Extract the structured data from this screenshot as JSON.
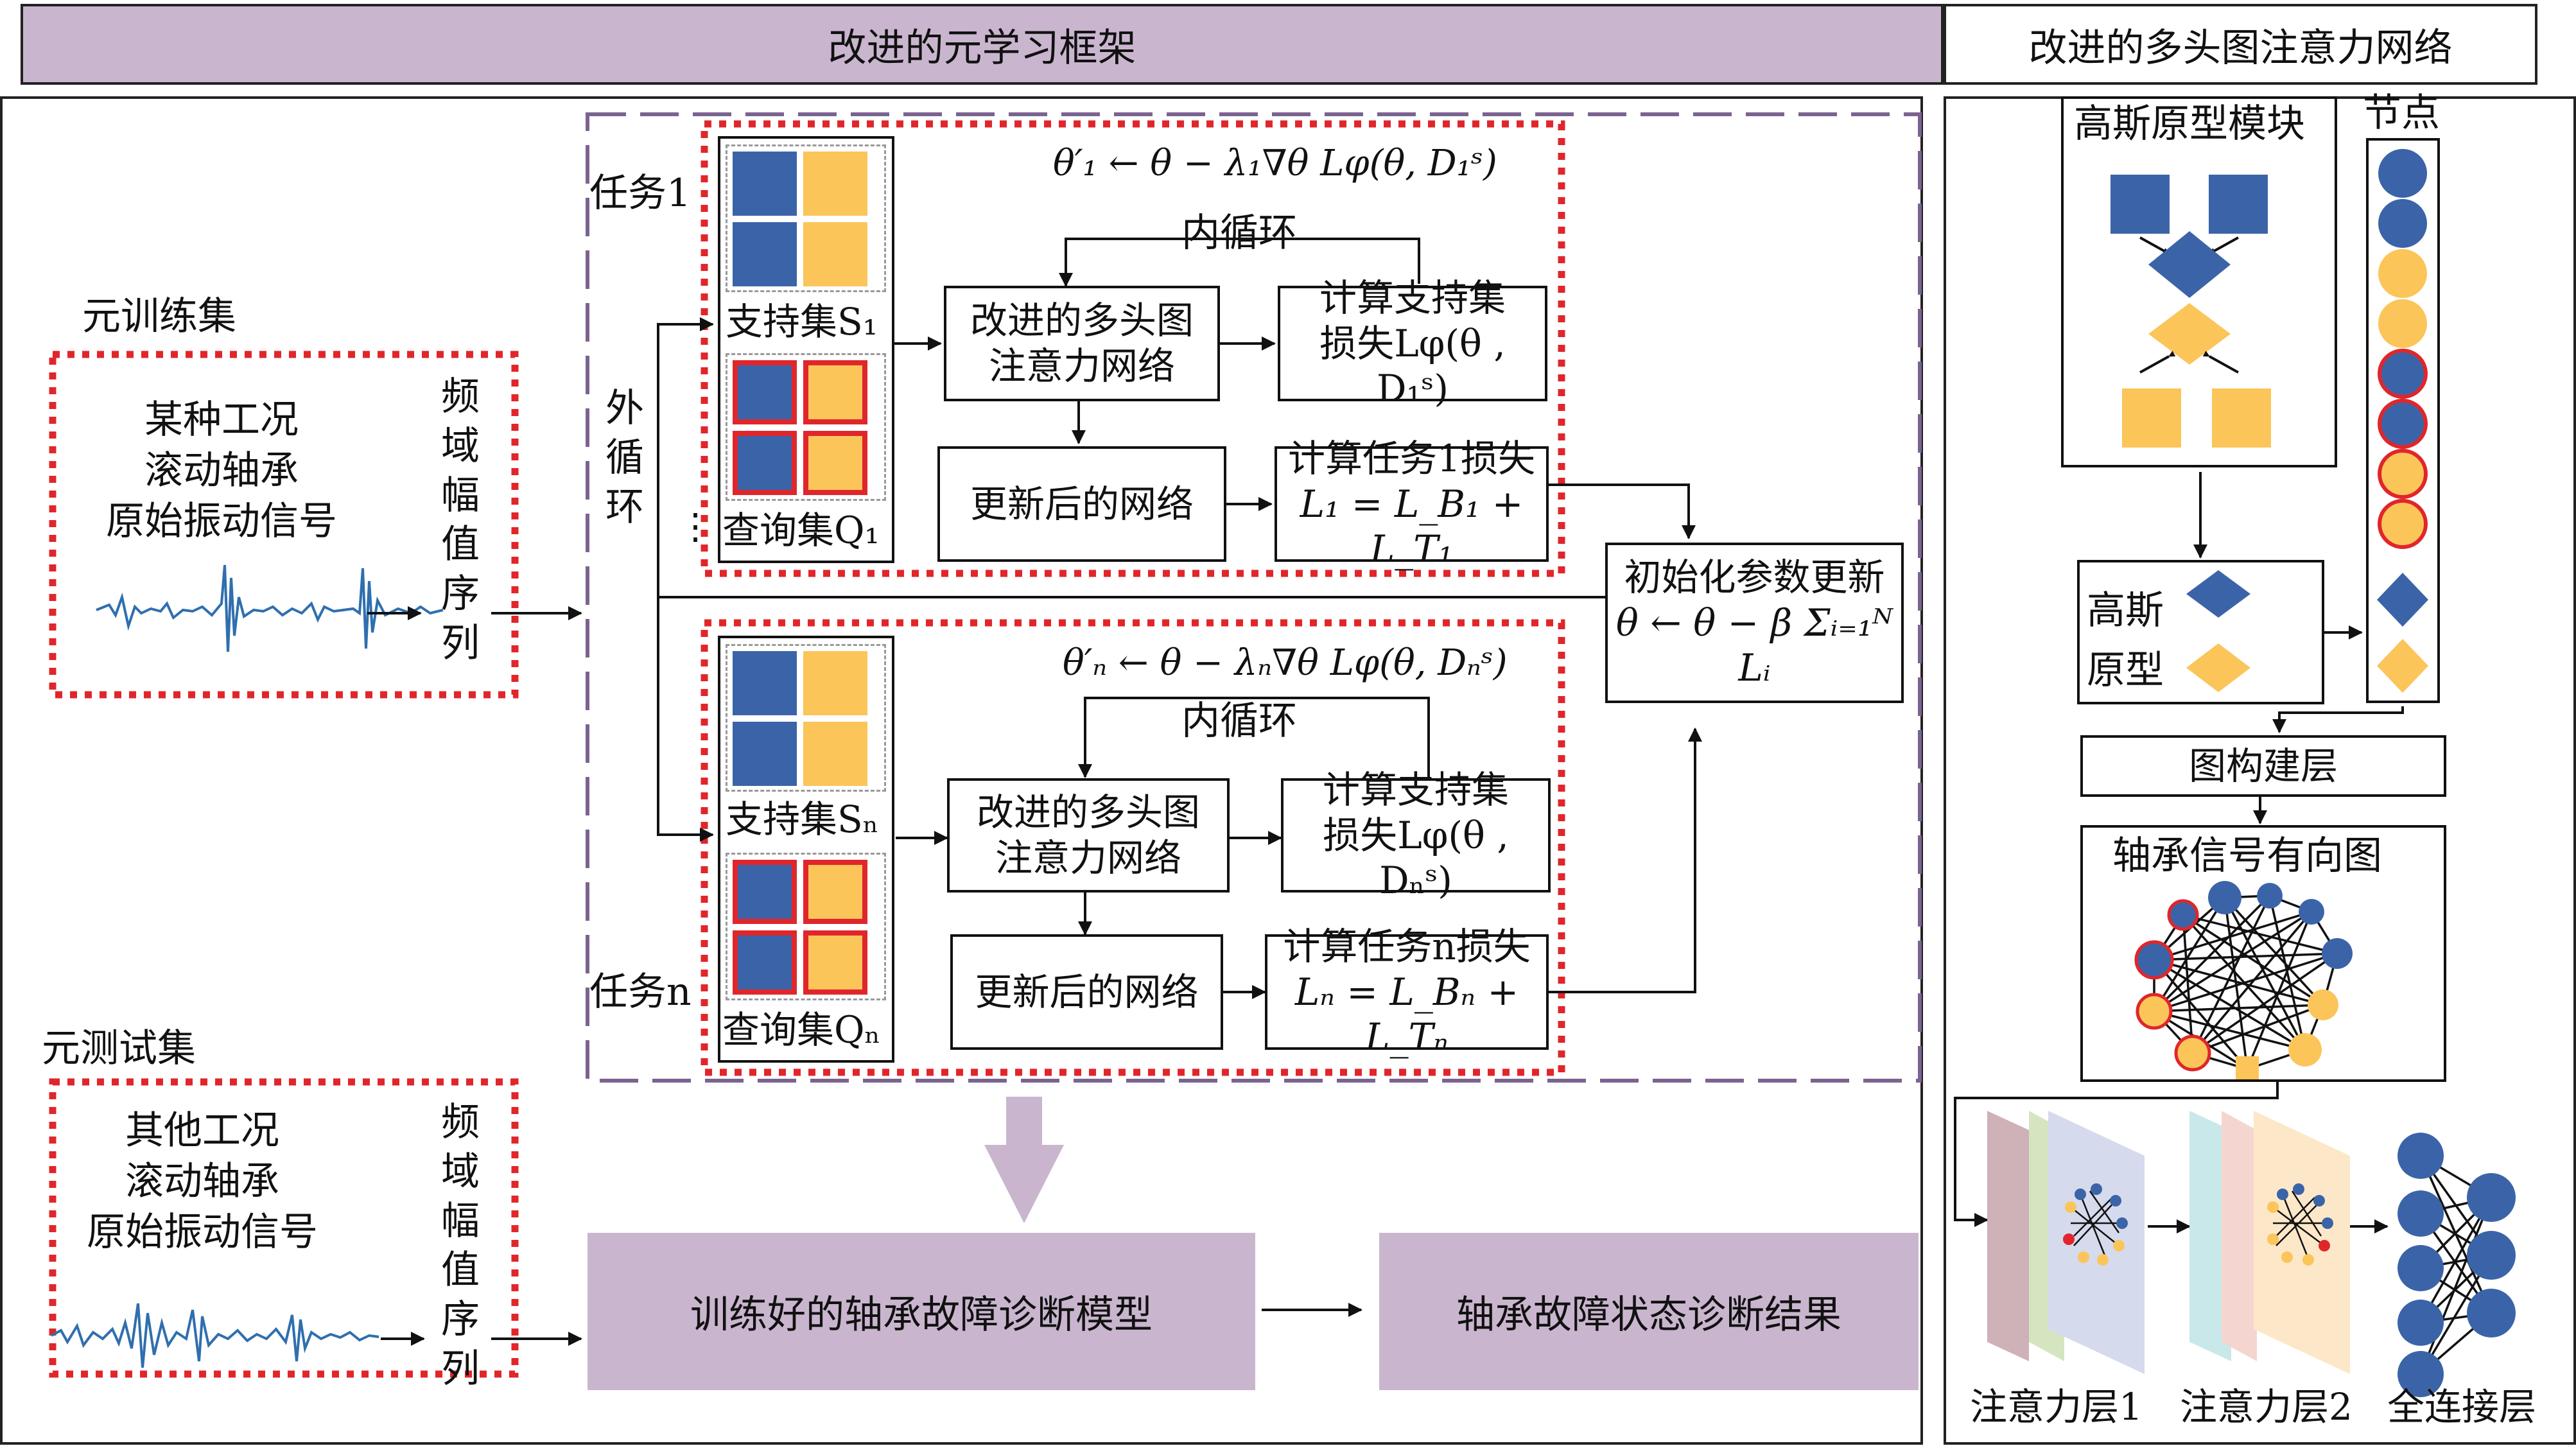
{
  "header": {
    "left_title": "改进的元学习框架",
    "right_title": "改进的多头图注意力网络"
  },
  "meta_train": {
    "title": "元训练集",
    "signal_lines": [
      "某种工况",
      "滚动轴承",
      "原始振动信号"
    ],
    "spectrum_label": "频域幅值序列"
  },
  "meta_test": {
    "title": "元测试集",
    "signal_lines": [
      "其他工况",
      "滚动轴承",
      "原始振动信号"
    ],
    "spectrum_label": "频域幅值序列"
  },
  "tasks": {
    "task1_label": "任务1",
    "taskn_label": "任务n",
    "outer_loop": "外循环",
    "dots": "⋮"
  },
  "task1": {
    "update_eq": "θ′₁ ← θ − λ₁∇θ Lφ(θ, D₁ˢ)",
    "inner_loop": "内循环",
    "support_set": "支持集S₁",
    "query_set": "查询集Q₁",
    "net_lines": [
      "改进的多头图",
      "注意力网络"
    ],
    "support_loss_lines": [
      "计算支持集",
      "损失Lφ(θ , D₁ˢ)"
    ],
    "updated_net": "更新后的网络",
    "task_loss_lines": [
      "计算任务1损失",
      "L₁ = L_B₁ + L_T₁"
    ]
  },
  "taskn": {
    "update_eq": "θ′ₙ ← θ − λₙ∇θ Lφ(θ, Dₙˢ)",
    "inner_loop": "内循环",
    "support_set": "支持集Sₙ",
    "query_set": "查询集Qₙ",
    "net_lines": [
      "改进的多头图",
      "注意力网络"
    ],
    "support_loss_lines": [
      "计算支持集",
      "损失Lφ(θ , Dₙˢ)"
    ],
    "updated_net": "更新后的网络",
    "task_loss_lines": [
      "计算任务n损失",
      "Lₙ = L_Bₙ + L_Tₙ"
    ]
  },
  "param_update": {
    "title": "初始化参数更新",
    "formula": "θ ← θ − β Σᵢ₌₁ᴺ Lᵢ"
  },
  "results": {
    "model": "训练好的轴承故障诊断模型",
    "result": "轴承故障状态诊断结果"
  },
  "right_panel": {
    "prototype_module": "高斯原型模块",
    "nodes": "节点",
    "gauss_proto_lines": [
      "高斯",
      "原型"
    ],
    "graph_layer": "图构建层",
    "directed_graph": "轴承信号有向图",
    "attn1": "注意力层1",
    "attn2": "注意力层2",
    "fc": "全连接层"
  },
  "colors": {
    "blue": "#3b64a8",
    "yellow": "#fbc55a",
    "purple": "#c9b6ce",
    "red_dotted": "#e0262b",
    "dashed_purple": "#7b6390",
    "signal": "#2f6fae"
  }
}
